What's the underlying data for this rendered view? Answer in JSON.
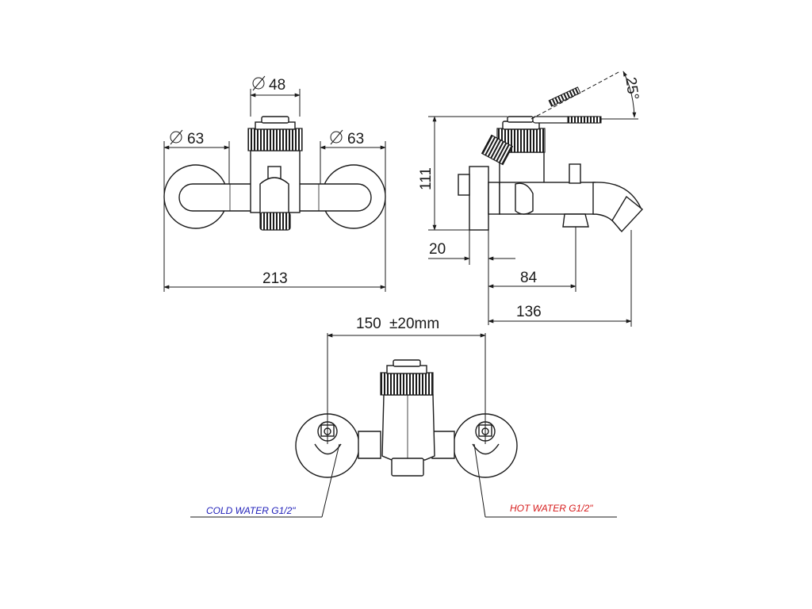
{
  "dimensions": {
    "dia_top": "48",
    "dia_left": "63",
    "dia_right": "63",
    "width_overall": "213",
    "height": "111",
    "wall_depth": "20",
    "spout_reach_short": "84",
    "spout_reach_long": "136",
    "angle": "25°",
    "inlet_spacing": "150",
    "inlet_tolerance": "±20mm"
  },
  "labels": {
    "cold": "COLD WATER G1/2\"",
    "hot": "HOT WATER G1/2\""
  },
  "colors": {
    "line": "#1a1a1a",
    "cold": "#1d1db8",
    "hot": "#d61a1a"
  },
  "icons": {
    "diameter": "diameter-symbol-icon"
  }
}
